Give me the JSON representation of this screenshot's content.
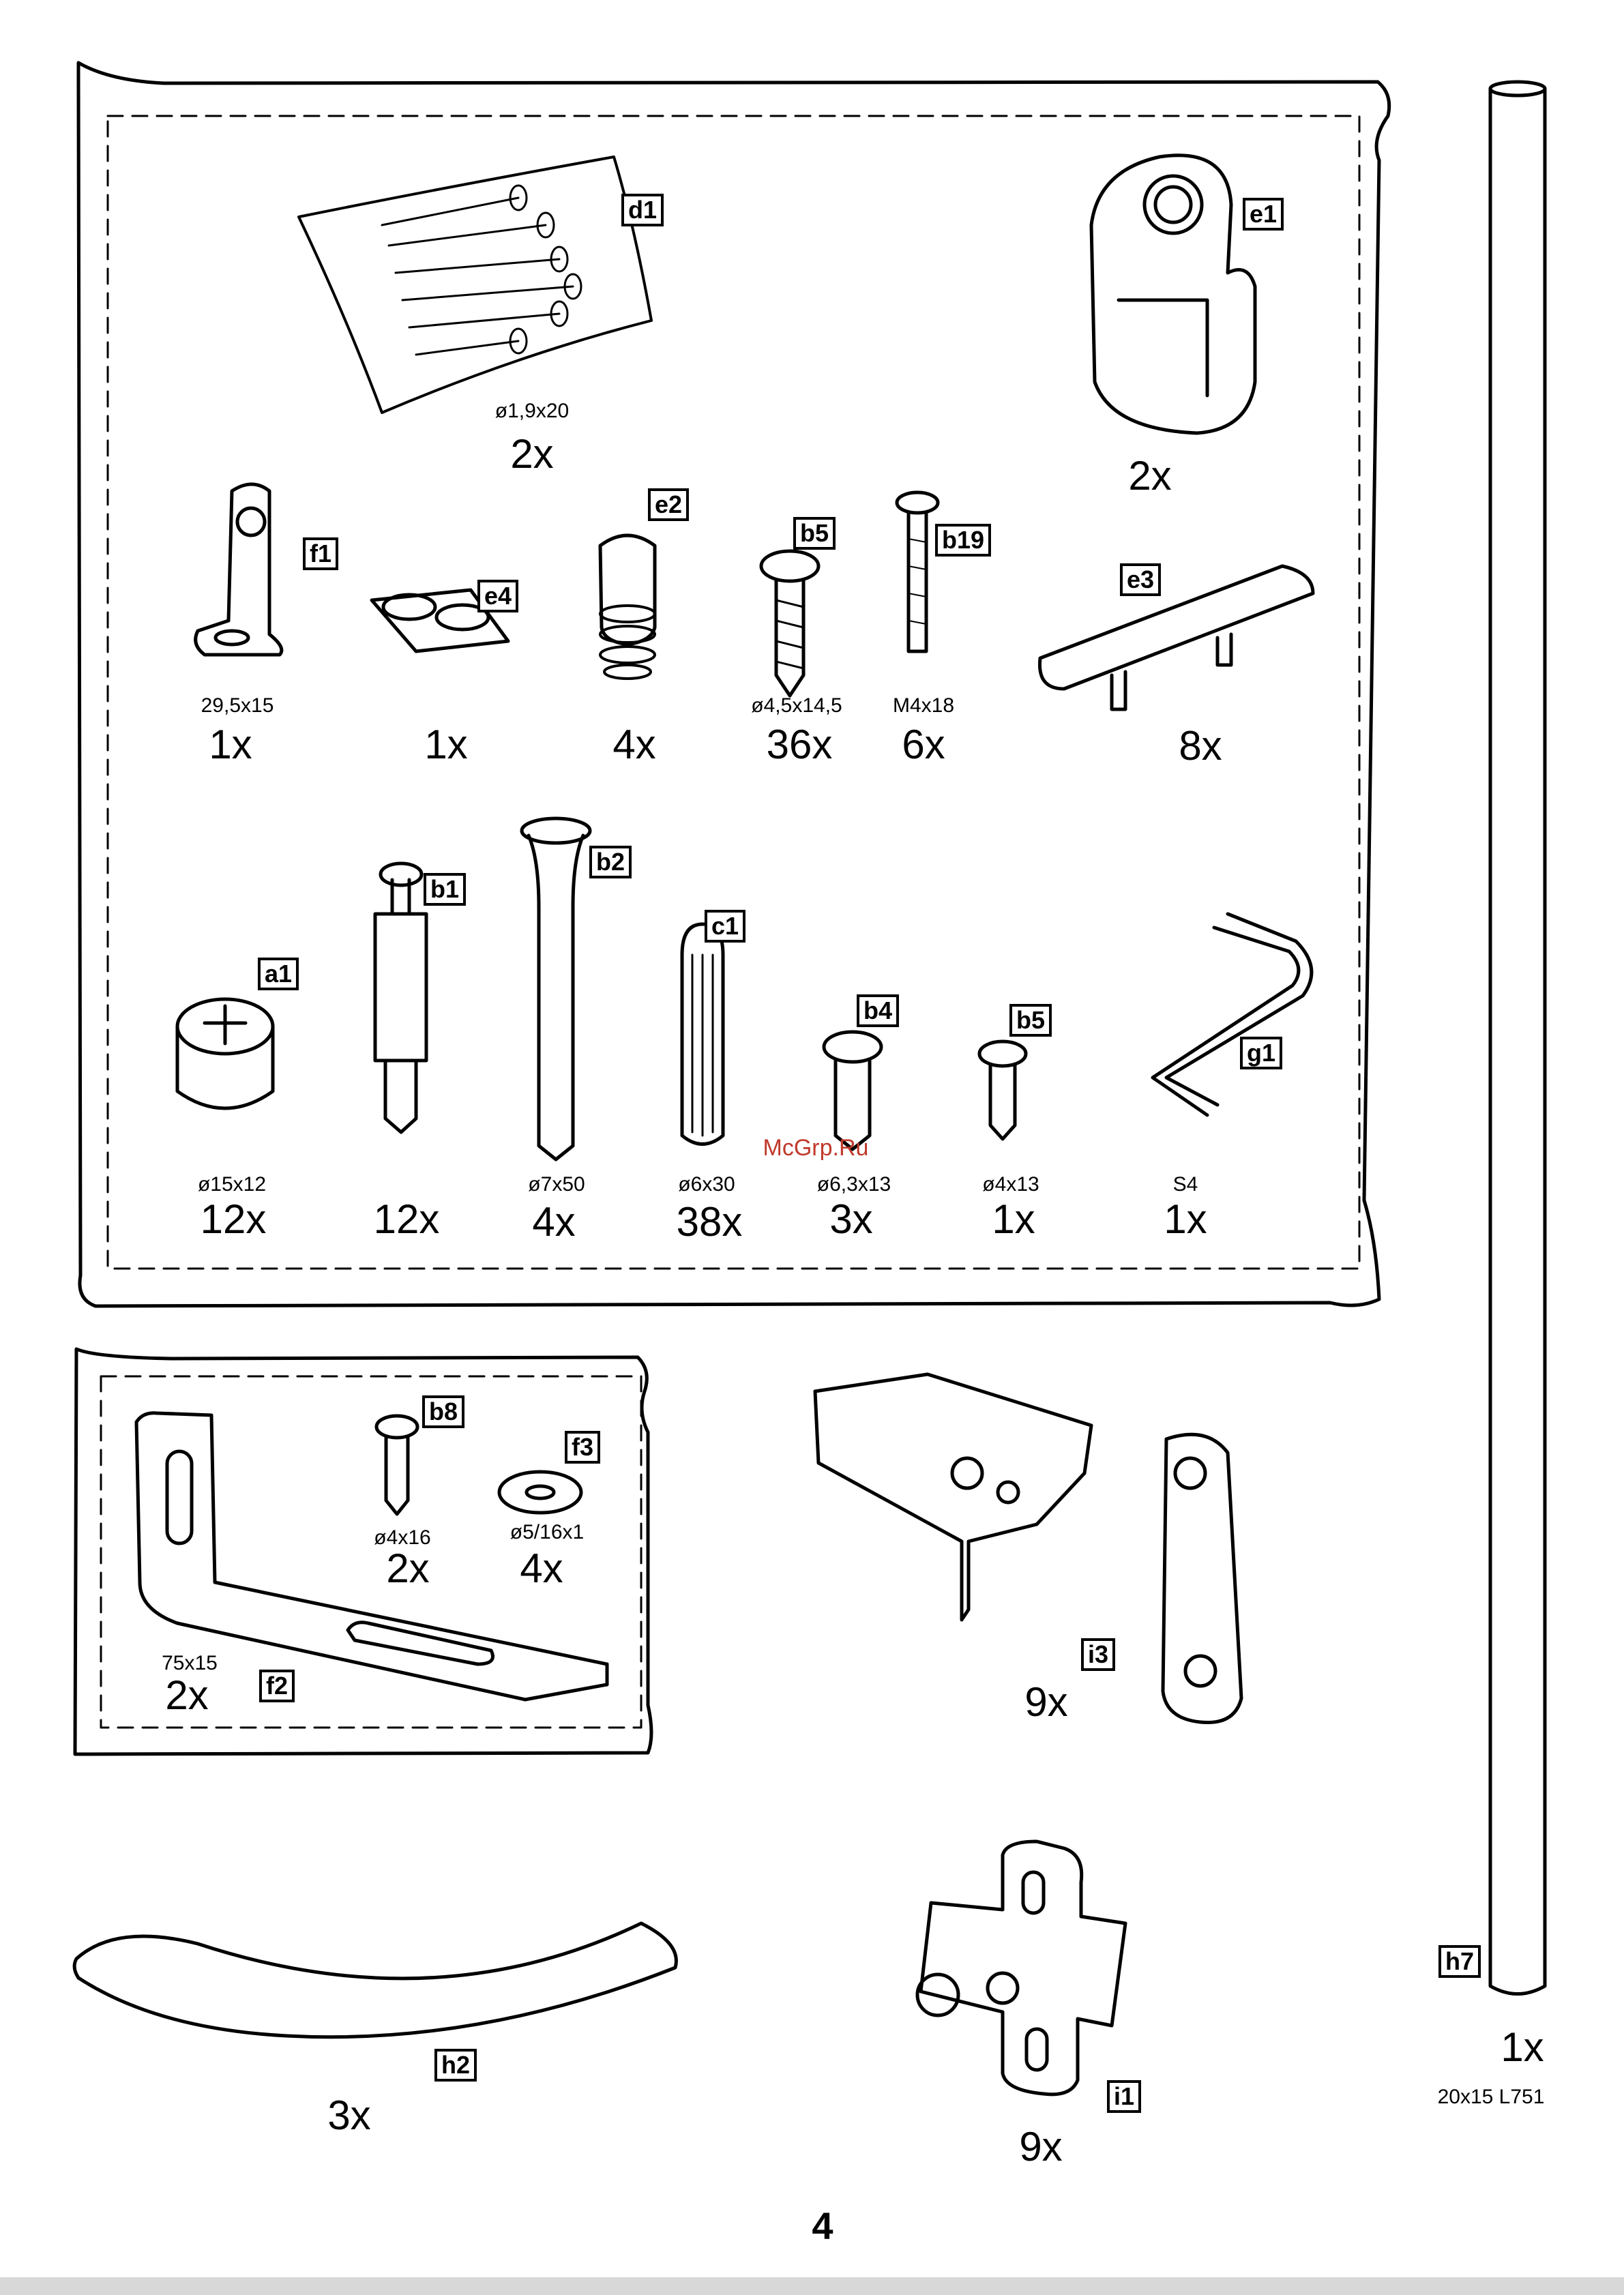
{
  "page_number": "4",
  "watermark": "McGrp.Ru",
  "parts": [
    {
      "id": "d1",
      "label": "d1",
      "spec": "ø1,9x20",
      "qty": "2x"
    },
    {
      "id": "e1",
      "label": "e1",
      "spec": "",
      "qty": "2x"
    },
    {
      "id": "f1",
      "label": "f1",
      "spec": "29,5x15",
      "qty": "1x"
    },
    {
      "id": "e4",
      "label": "e4",
      "spec": "",
      "qty": "1x"
    },
    {
      "id": "e2",
      "label": "e2",
      "spec": "",
      "qty": "4x"
    },
    {
      "id": "b5a",
      "label": "b5",
      "spec": "ø4,5x14,5",
      "qty": "36x"
    },
    {
      "id": "b19",
      "label": "b19",
      "spec": "M4x18",
      "qty": "6x"
    },
    {
      "id": "e3",
      "label": "e3",
      "spec": "",
      "qty": "8x"
    },
    {
      "id": "a1",
      "label": "a1",
      "spec": "ø15x12",
      "qty": "12x"
    },
    {
      "id": "b1",
      "label": "b1",
      "spec": "",
      "qty": "12x"
    },
    {
      "id": "b2",
      "label": "b2",
      "spec": "ø7x50",
      "qty": "4x"
    },
    {
      "id": "c1",
      "label": "c1",
      "spec": "ø6x30",
      "qty": "38x"
    },
    {
      "id": "b4",
      "label": "b4",
      "spec": "ø6,3x13",
      "qty": "3x"
    },
    {
      "id": "b5b",
      "label": "b5",
      "spec": "ø4x13",
      "qty": "1x"
    },
    {
      "id": "g1",
      "label": "g1",
      "spec": "S4",
      "qty": "1x"
    },
    {
      "id": "b8",
      "label": "b8",
      "spec": "ø4x16",
      "qty": "2x"
    },
    {
      "id": "f3",
      "label": "f3",
      "spec": "ø5/16x1",
      "qty": "4x"
    },
    {
      "id": "f2",
      "label": "f2",
      "spec": "75x15",
      "qty": "2x"
    },
    {
      "id": "i3",
      "label": "i3",
      "spec": "",
      "qty": "9x"
    },
    {
      "id": "h2",
      "label": "h2",
      "spec": "",
      "qty": "3x"
    },
    {
      "id": "i1",
      "label": "i1",
      "spec": "",
      "qty": "9x"
    },
    {
      "id": "h7",
      "label": "h7",
      "spec": "20x15  L751",
      "qty": "1x"
    }
  ]
}
